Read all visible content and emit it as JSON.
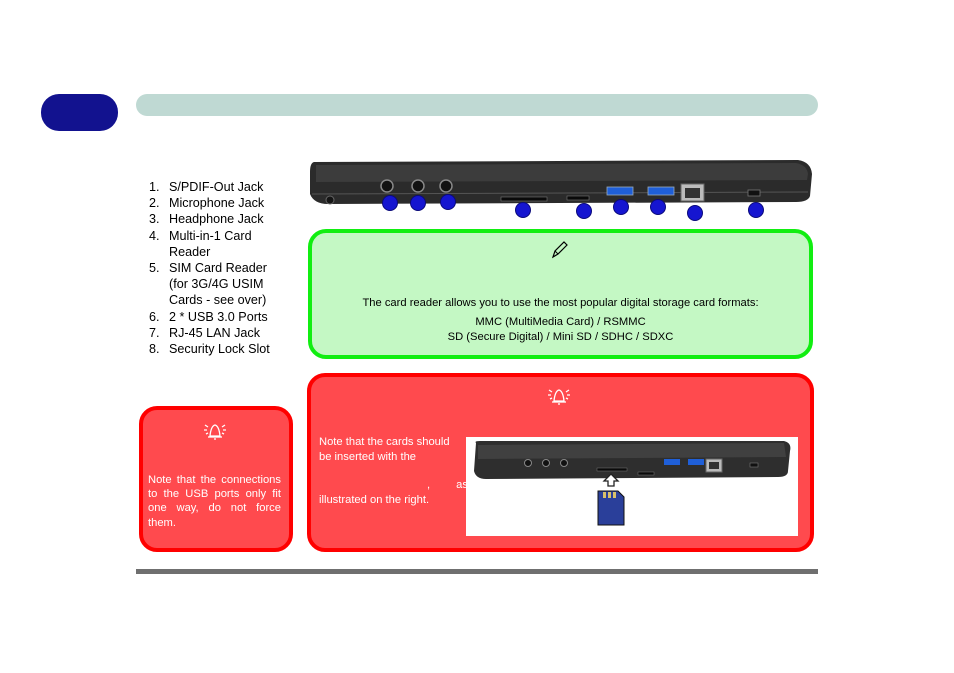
{
  "ports": {
    "items": [
      {
        "num": "1.",
        "label": "S/PDIF-Out Jack"
      },
      {
        "num": "2.",
        "label": "Microphone Jack"
      },
      {
        "num": "3.",
        "label": "Headphone Jack"
      },
      {
        "num": "4.",
        "label": "Multi-in-1 Card Reader"
      },
      {
        "num": "5.",
        "label": "SIM Card Reader (for 3G/4G USIM Cards - see over)"
      },
      {
        "num": "6.",
        "label": "2 * USB 3.0 Ports"
      },
      {
        "num": "7.",
        "label": "RJ-45 LAN Jack"
      },
      {
        "num": "8.",
        "label": "Security Lock Slot"
      }
    ]
  },
  "note": {
    "line1": "The card reader allows you to use the most popular digital storage card formats:",
    "line2": "MMC (MultiMedia Card) / RSMMC",
    "line3": "SD (Secure Digital) / Mini SD / SDHC / SDXC",
    "icon": "pencil-icon"
  },
  "warning_usb": {
    "text": "Note that the connections to the USB ports only fit one way, do not force them.",
    "icon": "warning-bell-icon"
  },
  "warning_cards": {
    "line1": "Note that the cards should be inserted with the",
    "mark": ",",
    "as_word": "as",
    "line3": "illustrated on the right.",
    "icon": "warning-bell-icon"
  },
  "colors": {
    "chapter_tab": "#12128f",
    "header_bar": "#bfd9d3",
    "note_border": "#11ee11",
    "note_fill": "#c4f8c4",
    "warning_border": "#ff0000",
    "warning_fill": "#ff4a4e",
    "marker": "#1515d0"
  }
}
